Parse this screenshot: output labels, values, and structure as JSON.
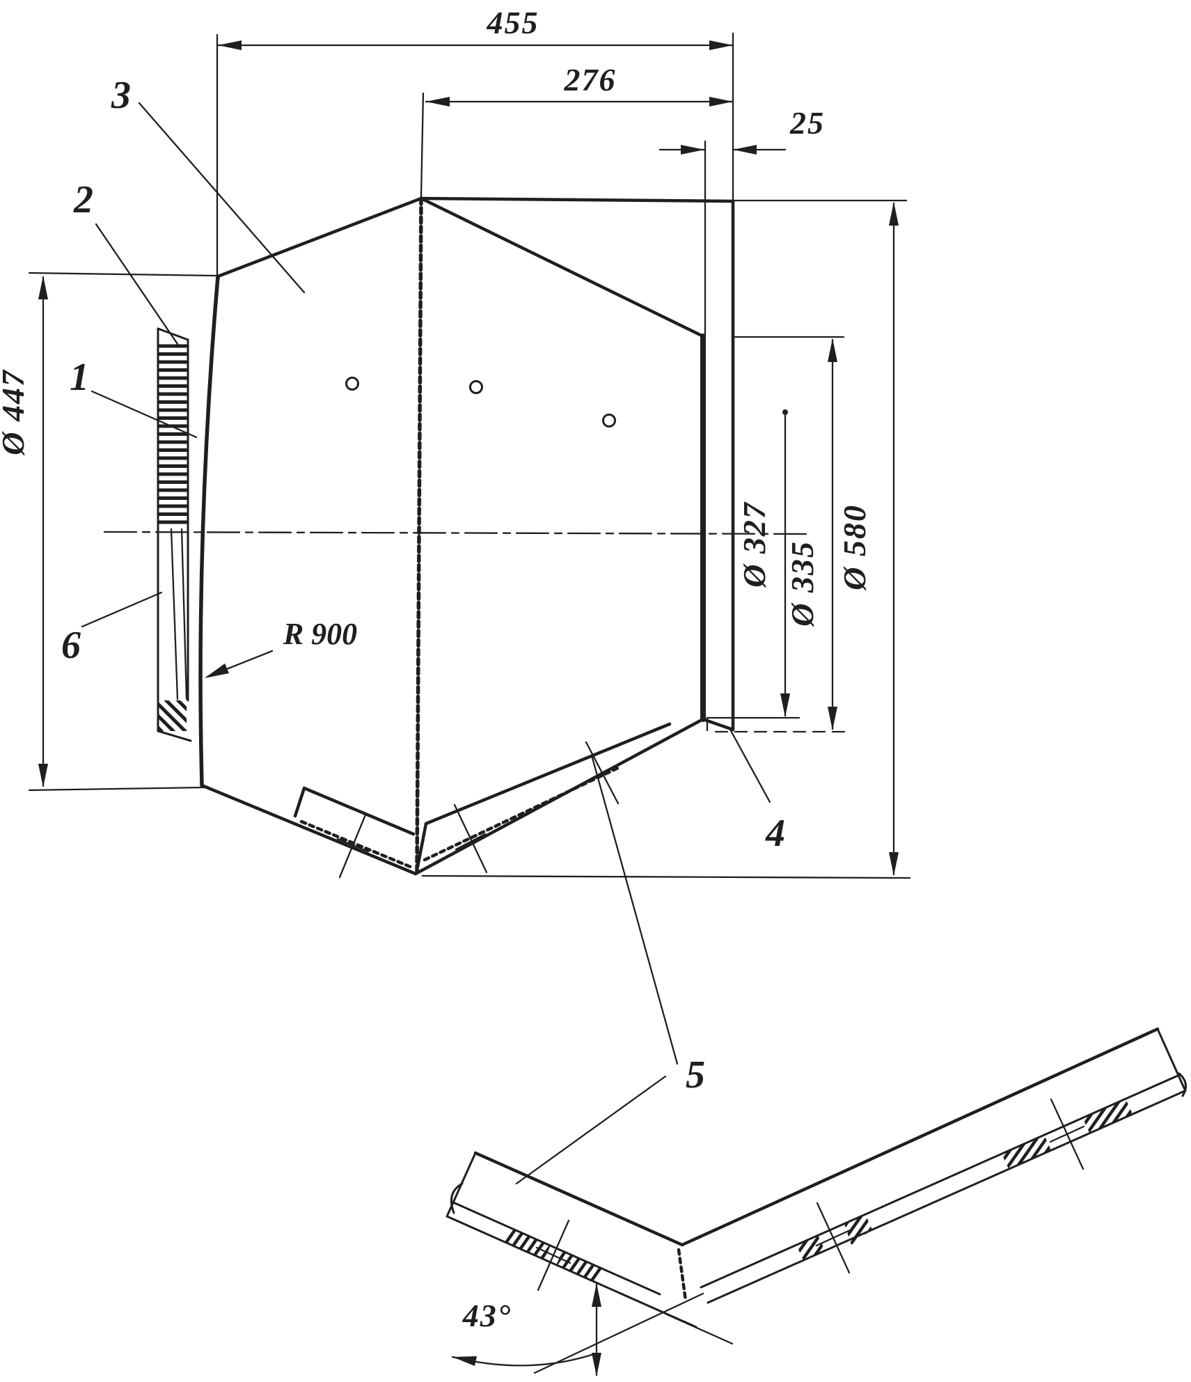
{
  "drawing": {
    "kind": "technical-drawing",
    "subject": "wheel-rim-section-with-clamp-bracket",
    "colors": {
      "ink": "#1f1f1f",
      "paper": "#ffffff"
    },
    "dims": {
      "width_top": "455",
      "width_mid": "276",
      "flange_offset": "25",
      "dia_left": "Ø 447",
      "dia_inner": "Ø 327",
      "dia_mid": "Ø 335",
      "dia_outer": "Ø 580",
      "radius": "R 900",
      "angle": "43°"
    },
    "callouts": {
      "c1": "1",
      "c2": "2",
      "c3": "3",
      "c4": "4",
      "c5": "5",
      "c6": "6"
    }
  }
}
